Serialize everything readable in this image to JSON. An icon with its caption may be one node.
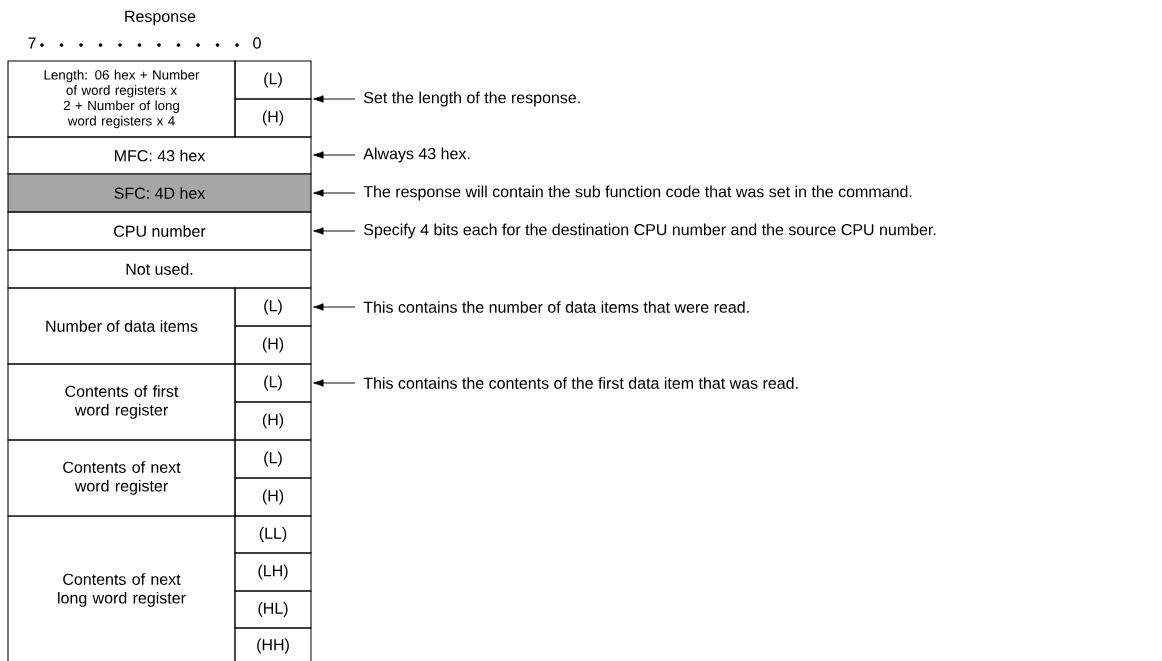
{
  "diagram": {
    "title": "Response",
    "nodes": [
      {
        "text": [
          "Length: 06 hex + Number of word registers x 2 + Number of long word registers x 4"
        ]
      },
      {
        "text": [
          "(L)"
        ]
      },
      {
        "text": [
          "(H)"
        ]
      },
      {
        "text": [
          "MFC: 43 hex"
        ]
      },
      {
        "text": [
          "SFC: 4D hex"
        ]
      },
      {
        "text": [
          "CPU number"
        ]
      },
      {
        "text": [
          "Not used."
        ]
      },
      {
        "text": [
          "Number of data items"
        ]
      },
      {
        "text": [
          "(L)"
        ]
      },
      {
        "text": [
          "(H)"
        ]
      },
      {
        "text": [
          "Contents of first word register"
        ]
      },
      {
        "text": [
          "(L)"
        ]
      },
      {
        "text": [
          "(H)"
        ]
      },
      {
        "text": [
          "Contents of next word register"
        ]
      },
      {
        "text": [
          "(L)"
        ]
      },
      {
        "text": [
          "(H)"
        ]
      },
      {
        "text": [
          "Contents of next long word register"
        ]
      },
      {
        "text": [
          "(LL)"
        ]
      },
      {
        "text": [
          "(LH)"
        ]
      },
      {
        "text": [
          "(HL)"
        ]
      },
      {
        "text": [
          "(HH)"
        ]
      },
      {
        "text": [
          "Set the length of the response."
        ]
      },
      {
        "text": [
          "Always 43 hex."
        ]
      },
      {
        "text": [
          "The response will contain the sub function code that was set in the command."
        ]
      },
      {
        "text": [
          "Specify 4 bits each for the destination CPU number and the source CPU number."
        ]
      },
      {
        "text": [
          "This contains the number of data items that were read."
        ]
      },
      {
        "text": [
          "This contains the contents of the first data item that was read."
        ]
      }
    ],
    "edges": [
      {
        "from": 21,
        "to": 1,
        "arrow": "to"
      },
      {
        "from": 22,
        "to": 3,
        "arrow": "to"
      },
      {
        "from": 23,
        "to": 4,
        "arrow": "to"
      },
      {
        "from": 24,
        "to": 5,
        "arrow": "to"
      },
      {
        "from": 25,
        "to": 8,
        "arrow": "to"
      },
      {
        "from": 26,
        "to": 11,
        "arrow": "to"
      }
    ],
    "labels": [
      "7",
      "0"
    ]
  }
}
